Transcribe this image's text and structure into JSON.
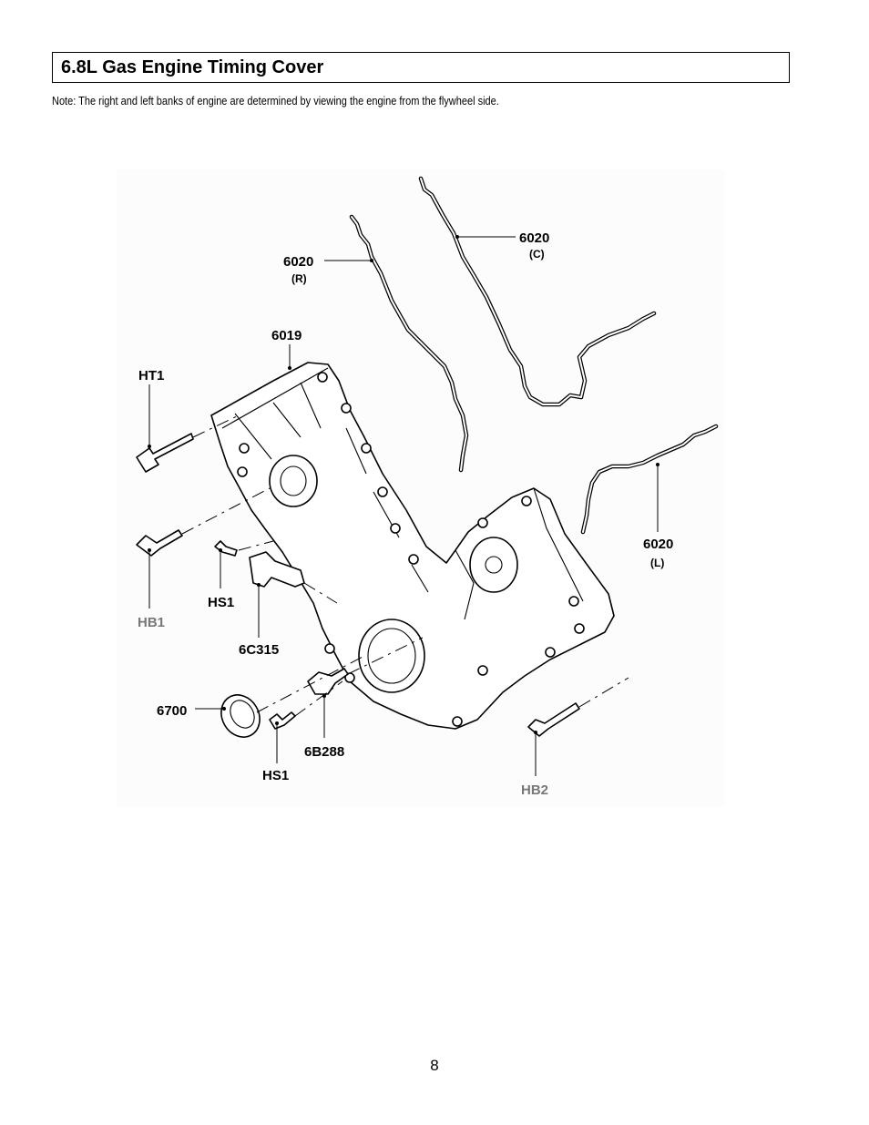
{
  "header": {
    "title": "6.8L Gas Engine Timing Cover"
  },
  "note": "Note: The right and left banks of engine are determined by viewing the engine from the flywheel side.",
  "diagram": {
    "labels": {
      "gasket_right": "6020",
      "gasket_right_sub": "(R)",
      "gasket_center": "6020",
      "gasket_center_sub": "(C)",
      "gasket_left": "6020",
      "gasket_left_sub": "(L)",
      "cover": "6019",
      "stud": "HT1",
      "bolt_hb1": "HB1",
      "bolt_hs1_top": "HS1",
      "sensor_6c315": "6C315",
      "seal": "6700",
      "sensor_6b288": "6B288",
      "bolt_hs1_bottom": "HS1",
      "bolt_hb2": "HB2"
    }
  },
  "footer": {
    "page_number": "8"
  }
}
